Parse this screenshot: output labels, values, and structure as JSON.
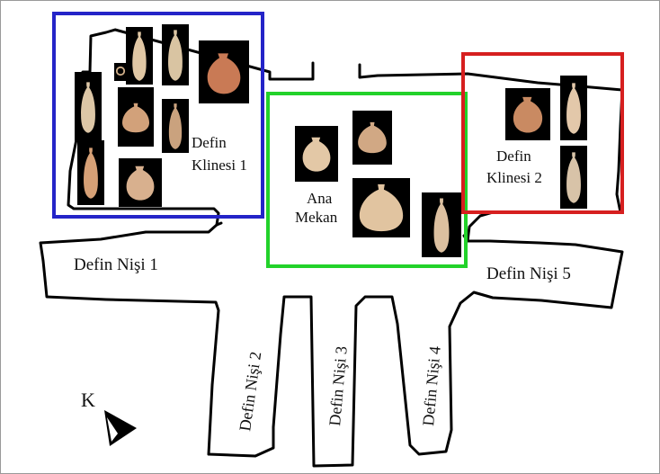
{
  "colors": {
    "frame": "#999999",
    "outline": "#000000",
    "box_klinesi_1": "#2424c8",
    "box_ana_mekan": "#22d22a",
    "box_klinesi_2": "#d61f1f",
    "pottery_light": "#e3c8a6",
    "pottery_mid": "#d2a17a",
    "pottery_red": "#c97a55",
    "photo_background": "#000000"
  },
  "labels": {
    "klinesi1_line1": "Defin",
    "klinesi1_line2": "Klinesi 1",
    "ana_line1": "Ana",
    "ana_line2": "Mekan",
    "klinesi2_line1": "Defin",
    "klinesi2_line2": "Klinesi 2",
    "nisi1": "Defin Nişi 1",
    "nisi2": "Defin Nişi 2",
    "nisi3": "Defin Nişi 3",
    "nisi4": "Defin Nişi 4",
    "nisi5": "Defin Nişi 5",
    "north": "K"
  },
  "icons": {
    "north_arrow": "north-arrow-icon",
    "artifact": "pottery-vessel-photo"
  }
}
